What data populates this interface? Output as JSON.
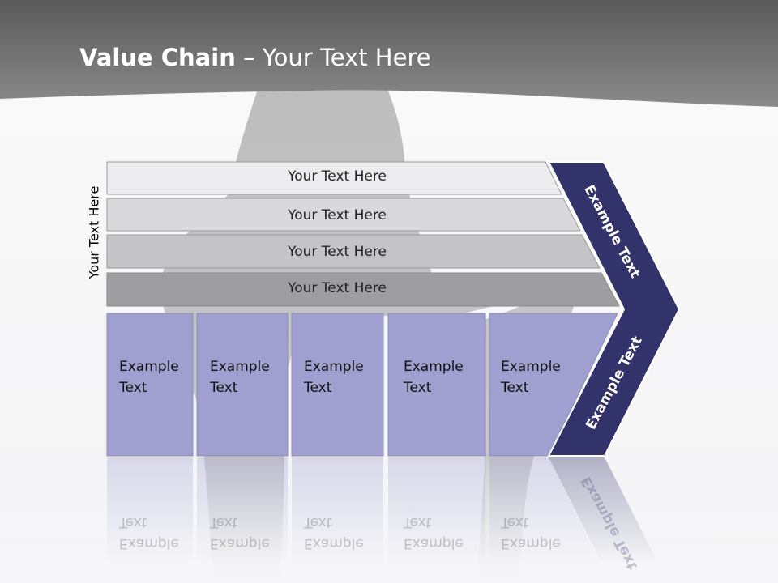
{
  "title": {
    "bold": "Value Chain",
    "rest": " – Your Text Here"
  },
  "side_label": "Your Text Here",
  "rows": [
    {
      "label": "Your Text Here"
    },
    {
      "label": "Your Text Here"
    },
    {
      "label": "Your Text Here"
    },
    {
      "label": "Your Text Here"
    }
  ],
  "columns": [
    {
      "line1": "Example",
      "line2": "Text"
    },
    {
      "line1": "Example",
      "line2": "Text"
    },
    {
      "line1": "Example",
      "line2": "Text"
    },
    {
      "line1": "Example",
      "line2": "Text"
    },
    {
      "line1": "Example",
      "line2": "Text"
    }
  ],
  "chevron": {
    "upper": "Example Text",
    "lower": "Example Text"
  },
  "colors": {
    "header": "#6f6f6f",
    "row1": "#ececef",
    "row2": "#d9d9db",
    "row3": "#c4c4c6",
    "row4": "#9e9ea0",
    "column": "#9fa0cf",
    "chevron": "#32336a"
  }
}
